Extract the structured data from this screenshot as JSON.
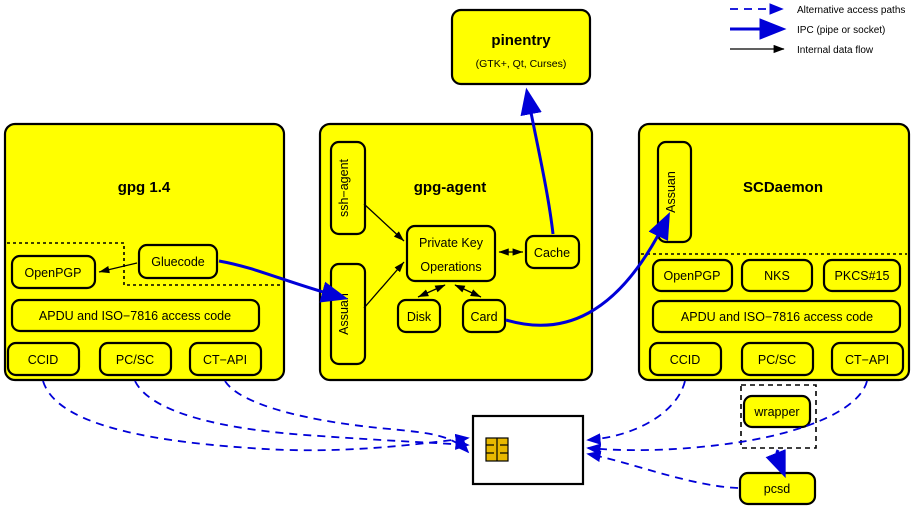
{
  "legend": {
    "items": [
      {
        "label": "Alternative access paths",
        "style": "dashed-blue",
        "color": "#0000d8"
      },
      {
        "label": "IPC (pipe or socket)",
        "style": "solid-blue-thick",
        "color": "#0000d8"
      },
      {
        "label": "Internal data flow",
        "style": "solid-black",
        "color": "#000000"
      }
    ]
  },
  "colors": {
    "box_fill": "#ffff00",
    "box_stroke": "#000000",
    "ipc": "#0000d8",
    "alt_path": "#0000d8",
    "internal": "#000000",
    "card_fill": "#ffffff",
    "chip": "#e8b800"
  },
  "pinentry": {
    "title": "pinentry",
    "subtitle": "(GTK+, Qt, Curses)"
  },
  "gpg": {
    "title": "gpg 1.4",
    "gluecode": "Gluecode",
    "openpgp": "OpenPGP",
    "apdu": "APDU and ISO−7816 access code",
    "drivers": [
      "CCID",
      "PC/SC",
      "CT−API"
    ]
  },
  "agent": {
    "title": "gpg-agent",
    "ssh_agent": "ssh−agent",
    "assuan": "Assuan",
    "private_key_line1": "Private Key",
    "private_key_line2": "Operations",
    "cache": "Cache",
    "disk": "Disk",
    "card": "Card"
  },
  "scdaemon": {
    "title": "SCDaemon",
    "assuan": "Assuan",
    "apps": [
      "OpenPGP",
      "NKS",
      "PKCS#15"
    ],
    "apdu": "APDU and ISO−7816 access code",
    "drivers": [
      "CCID",
      "PC/SC",
      "CT−API"
    ]
  },
  "wrapper": {
    "label": "wrapper"
  },
  "pcsd": {
    "label": "pcsd"
  },
  "smartcard": {
    "label": ""
  }
}
